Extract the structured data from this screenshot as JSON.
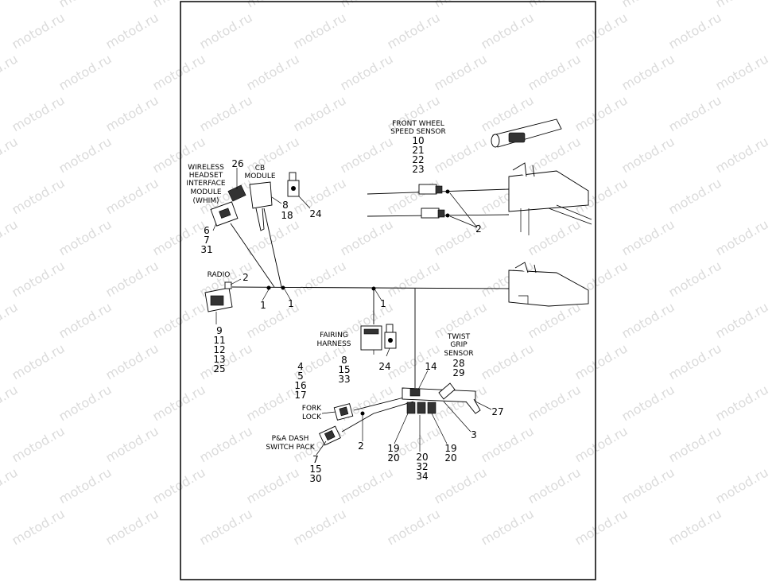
{
  "watermark": "motod.ru",
  "labels": {
    "front_wheel_speed_sensor": {
      "lines": [
        "FRONT WHEEL",
        "SPEED SENSOR"
      ],
      "refs": [
        "10",
        "21",
        "22",
        "23"
      ]
    },
    "whim": {
      "lines": [
        "WIRELESS",
        "HEADSET",
        "INTERFACE",
        "MODULE",
        "(WHIM)"
      ],
      "refs": [
        "6",
        "7",
        "31"
      ]
    },
    "cb_module": {
      "lines": [
        "CB",
        "MODULE"
      ],
      "refs": [
        "8",
        "18"
      ]
    },
    "radio": {
      "lines": [
        "RADIO"
      ],
      "refs": [
        "9",
        "11",
        "12",
        "13",
        "25"
      ]
    },
    "fairing_harness": {
      "lines": [
        "FAIRING",
        "HARNESS"
      ],
      "refs": [
        "8",
        "15",
        "33"
      ]
    },
    "twist_grip_sensor": {
      "lines": [
        "TWIST",
        "GRIP",
        "SENSOR"
      ],
      "refs": [
        "28",
        "29"
      ]
    },
    "fork_lock": {
      "lines": [
        "FORK",
        "LOCK"
      ],
      "refs": [
        "4",
        "5",
        "16",
        "17"
      ]
    },
    "pa_dash_switch_pack": {
      "lines": [
        "P&A DASH",
        "SWITCH PACK"
      ],
      "refs": [
        "7",
        "15",
        "30"
      ]
    },
    "bottom_center": {
      "refs": [
        "20",
        "32",
        "34"
      ]
    },
    "bottom_left": {
      "refs": [
        "19",
        "20"
      ]
    },
    "bottom_right": {
      "refs": [
        "19",
        "20"
      ]
    }
  },
  "callouts": {
    "c26": "26",
    "c24_top": "24",
    "c24_mid": "24",
    "c2_radio": "2",
    "c1_a": "1",
    "c1_b": "1",
    "c1_c": "1",
    "c2_front": "2",
    "c14": "14",
    "c27": "27",
    "c3": "3",
    "c2_bottom": "2"
  }
}
